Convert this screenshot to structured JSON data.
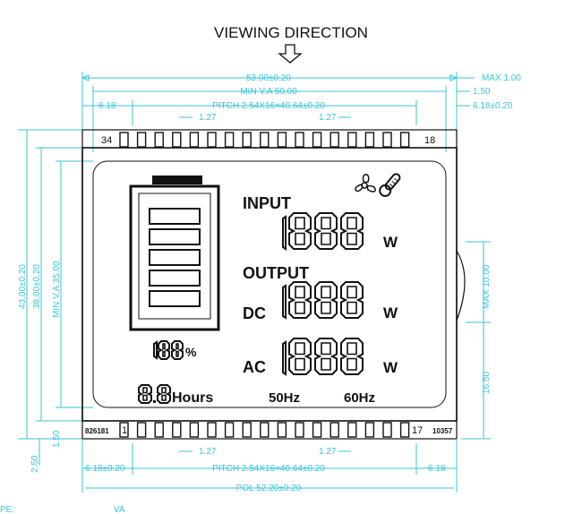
{
  "title": "VIEWING DIRECTION",
  "dims": {
    "width_total": "53.00±0.20",
    "min_va_width": "MIN V.A 50.00",
    "pitch_top": "PITCH 2.54X16=40.64±0.20",
    "left_offset_top": "6.18",
    "pin_gap_top_left": "1.27",
    "pin_gap_top_right": "1.27",
    "max_thickness": "MAX 1.00",
    "right_1_50": "1.50",
    "right_offset_top": "6.18±0.20",
    "height_total": "43.00±0.20",
    "height_38": "38.00±0.20",
    "min_va_height": "MIN V.A 35.00",
    "side_max": "MAX 10.00",
    "side_16_50": "16.50",
    "bottom_2_50": "2.50",
    "bottom_1_50": "1.50",
    "left_offset_bottom": "6.18±0.20",
    "pitch_bottom": "PITCH 2.54X16=40.64±0.20",
    "right_offset_bottom": "6.18",
    "pin_gap_bot_left": "1.27",
    "pin_gap_bot_right": "1.27",
    "pol": "POL 52.20±0.20",
    "footer_left": "PE:",
    "footer_mid": "VA"
  },
  "pins": {
    "top_left": "34",
    "top_right": "18",
    "bottom_left": "1",
    "bottom_right": "17",
    "code_left": "826181",
    "code_right": "10357"
  },
  "lcd": {
    "input": "INPUT",
    "output": "OUTPUT",
    "dc": "DC",
    "ac": "AC",
    "w1": "W",
    "w2": "W",
    "w3": "W",
    "percent": "%",
    "hours": "Hours",
    "hz50": "50Hz",
    "hz60": "60Hz"
  },
  "icons": [
    "arrow-down-icon",
    "fan-icon",
    "thermometer-icon",
    "battery-icon"
  ]
}
